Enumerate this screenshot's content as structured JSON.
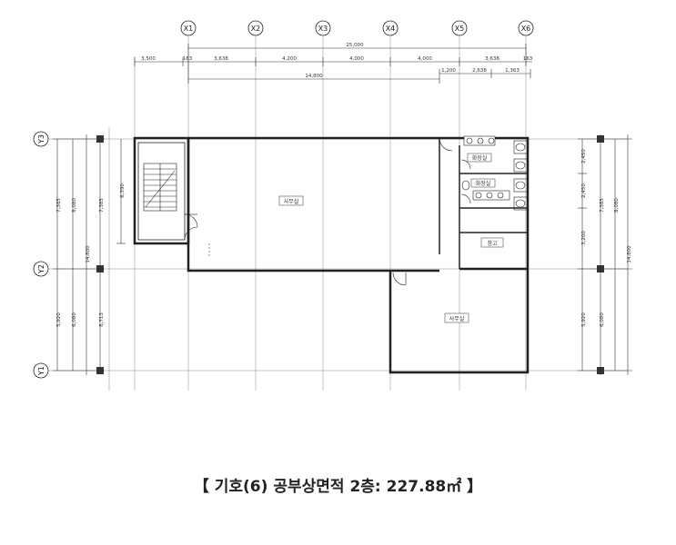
{
  "grid": {
    "columns": [
      "X1",
      "X2",
      "X3",
      "X4",
      "X5",
      "X6"
    ],
    "rows": [
      "Y3",
      "Y2",
      "Y1"
    ]
  },
  "dimensions": {
    "top_total": "25,000",
    "top_segments": [
      "3,500",
      "163",
      "3,638",
      "4,200",
      "4,000",
      "4,000",
      "3,638",
      "163"
    ],
    "top_mid": "14,800",
    "top_right_segments": [
      "1,200",
      "2,638",
      "1,363"
    ],
    "left_outer": "14,800",
    "left_a": [
      "7,385",
      "5,920"
    ],
    "left_b": [
      "8,080",
      "6,080"
    ],
    "left_c": [
      "7,385",
      "8,713"
    ],
    "stair_height": "6,390",
    "right_inner": [
      "2,450",
      "2,450",
      "3,200",
      "5,920"
    ],
    "right_a": [
      "7,385",
      "6,080"
    ],
    "right_b": [
      "8,080"
    ],
    "right_outer": "14,800"
  },
  "rooms": {
    "office_main": "사무실",
    "office_lower": "사무실",
    "toilet_upper": "화장실",
    "toilet_lower": "화장실",
    "storage": "창고"
  },
  "caption": "【 기호(6) 공부상면적 2층: 227.88㎡ 】"
}
